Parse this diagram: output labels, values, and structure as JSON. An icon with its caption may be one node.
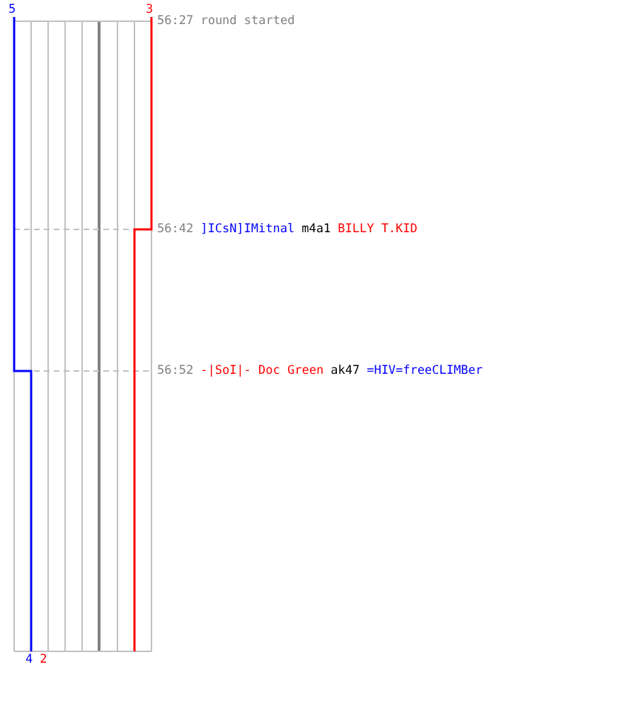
{
  "diagram": {
    "labels": [
      "5",
      "3",
      "56:27 round started",
      "56:42",
      "]ICsN]IMitnal",
      "m4a1",
      "BILLY T.KID",
      "56:52",
      "-|SoI|- Doc Green",
      "ak47",
      "=HIV=freeCLIMBer",
      "4",
      "2"
    ]
  }
}
